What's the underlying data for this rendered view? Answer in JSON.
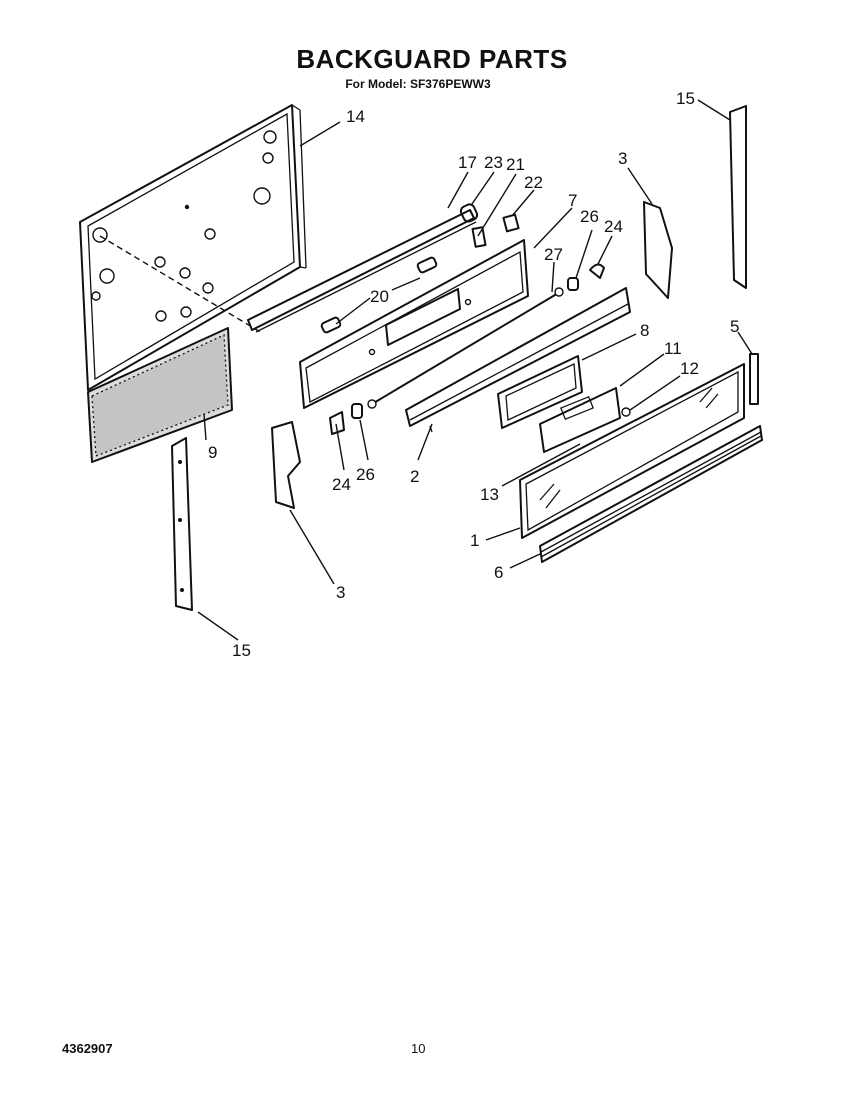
{
  "header": {
    "title": "BACKGUARD PARTS",
    "model_line": "For Model: SF376PEWW3"
  },
  "footer": {
    "doc_number": "4362907",
    "page_number": "10"
  },
  "callouts": {
    "c14": "14",
    "c17": "17",
    "c23": "23",
    "c21": "21",
    "c22": "22",
    "c7": "7",
    "c26a": "26",
    "c24a": "24",
    "c3a": "3",
    "c15a": "15",
    "c20": "20",
    "c27": "27",
    "c8": "8",
    "c11": "11",
    "c12": "12",
    "c5": "5",
    "c9": "9",
    "c24b": "24",
    "c26b": "26",
    "c2": "2",
    "c13": "13",
    "c1": "1",
    "c6": "6",
    "c3b": "3",
    "c15b": "15"
  }
}
